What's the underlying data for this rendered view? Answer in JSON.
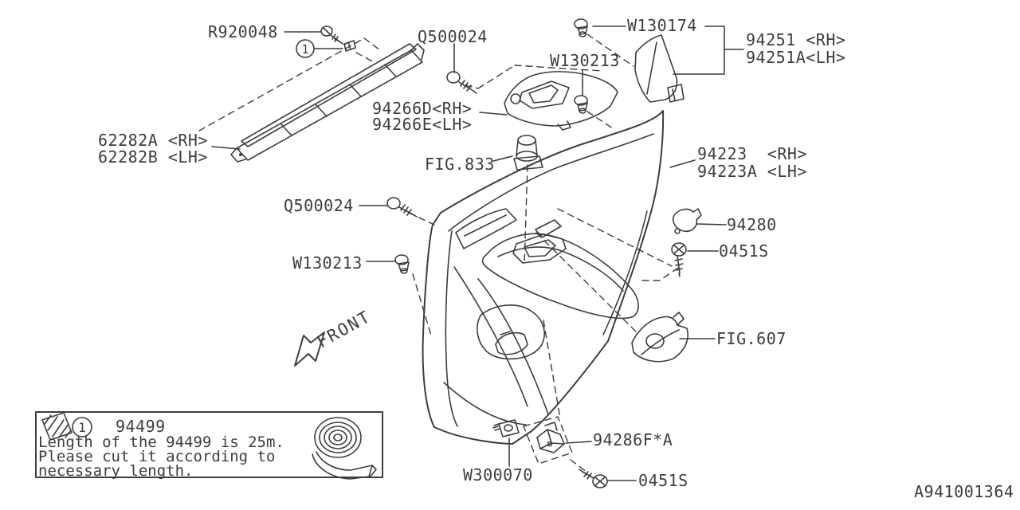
{
  "diagram": {
    "description": "Door trim panel exploded parts diagram",
    "drawing_number": "A941001364",
    "front": "FRONT",
    "callout_1": "1",
    "line_color": "#3d3d3d",
    "background": "#ffffff"
  },
  "labels": {
    "r920048": "R920048",
    "q500024_top": "Q500024",
    "w130174": "W130174",
    "p94251_rh": "94251 <RH>",
    "p94251_lh": "94251A<LH>",
    "w130213_top": "W130213",
    "p94266d": "94266D<RH>",
    "p94266e": "94266E<LH>",
    "fig833": "FIG.833",
    "p62282a": "62282A <RH>",
    "p62282b": "62282B <LH>",
    "p94223_rh": "94223  <RH>",
    "p94223_lh": "94223A <LH>",
    "q500024_mid": "Q500024",
    "w130213_mid": "W130213",
    "p94280": "94280",
    "s0451s_right": "0451S",
    "fig607": "FIG.607",
    "p94286": "94286F*A",
    "w300070": "W300070",
    "s0451s_bottom": "0451S"
  },
  "legend": {
    "callout": "1",
    "part_number": "94499",
    "note_line1": "Length of the 94499 is 25m.",
    "note_line2": "Please cut it according to",
    "note_line3": "necessary length."
  }
}
